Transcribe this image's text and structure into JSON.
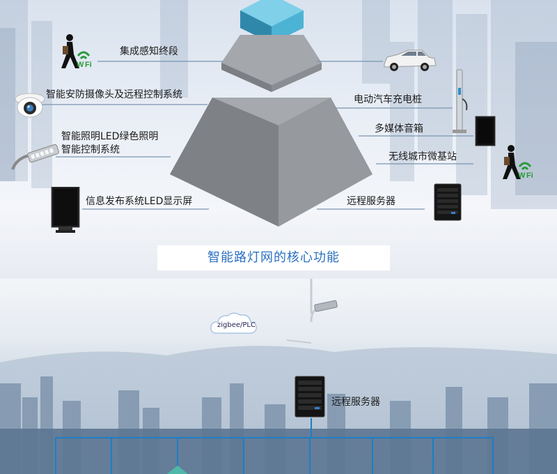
{
  "top": {
    "labels": {
      "sensing": "集成感知终段",
      "camera": "智能安防摄像头及远程控制系统",
      "lighting_line1": "智能照明LED绿色照明",
      "lighting_line2": "智能控制系统",
      "display": "信息发布系统LED显示屏",
      "ev_charging": "电动汽车充电桩",
      "speaker": "多媒体音箱",
      "base_station": "无线城市微基站",
      "server": "远程服务器"
    },
    "caption": "智能路灯网的核心功能",
    "wifi_text": "Wi Fi",
    "colors": {
      "pyramid_top": "#4ab0d0",
      "pyramid_body": "#8f9296",
      "caption_text": "#2a70c0",
      "divider": "#3d7fc2"
    }
  },
  "bottom": {
    "cloud_label": "zigbee/PLC",
    "server_label": "远程服务器",
    "colors": {
      "network_line": "#1d7fc4"
    }
  }
}
